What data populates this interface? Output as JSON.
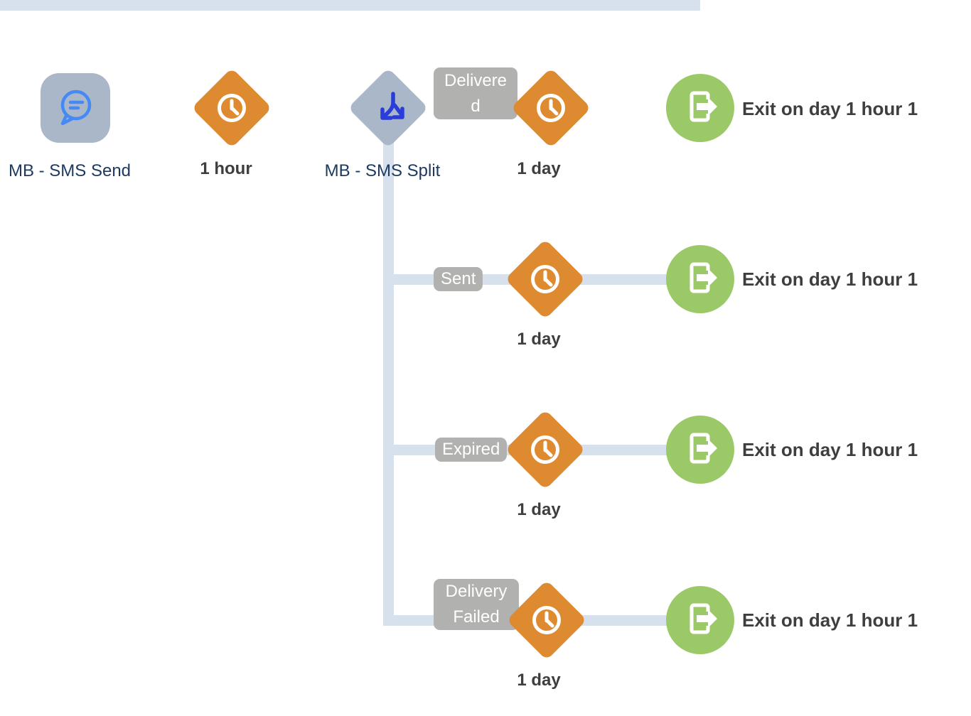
{
  "colors": {
    "connector": "#D7E1ED",
    "node_gray_blue": "#A9B7C9",
    "wait_orange": "#DE8A30",
    "exit_green": "#9CC968",
    "path_badge_gray": "#B1B1AF",
    "node_label_navy": "#1E3A62",
    "bold_label_gray": "#3E3E3C",
    "split_arrow_blue": "#2B3CD8",
    "sms_icon_blue": "#4489F5"
  },
  "flow": {
    "entry": {
      "label": "MB - SMS Send",
      "icon": "chat-bubble-icon"
    },
    "first_wait": {
      "label": "1 hour",
      "icon": "clock-icon"
    },
    "split": {
      "label": "MB - SMS Split",
      "icon": "split-arrows-icon"
    },
    "branches": [
      {
        "name": "Delivered",
        "wait": "1 day",
        "exit": "Exit on day 1 hour 1"
      },
      {
        "name": "Sent",
        "wait": "1 day",
        "exit": "Exit on day 1 hour 1"
      },
      {
        "name": "Expired",
        "wait": "1 day",
        "exit": "Exit on day 1 hour 1"
      },
      {
        "name": "Delivery Failed",
        "wait": "1 day",
        "exit": "Exit on day 1 hour 1"
      }
    ]
  }
}
